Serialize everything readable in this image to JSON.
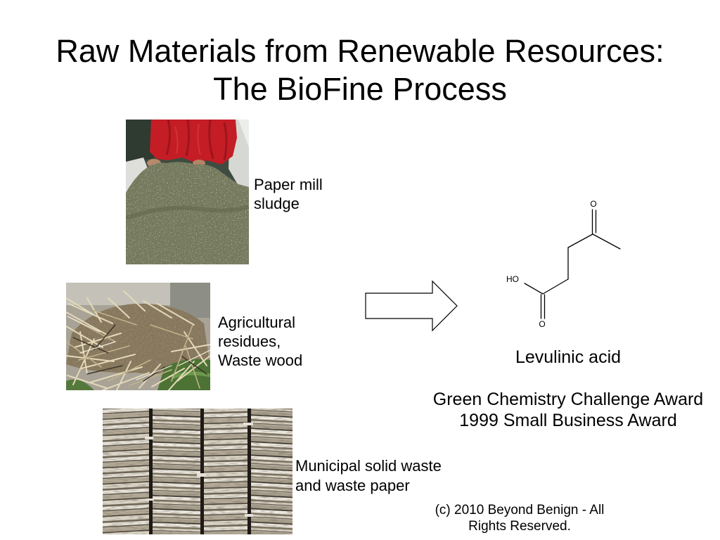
{
  "slide": {
    "title_lines": [
      "Raw Materials from Renewable Resources:",
      "The BioFine Process"
    ]
  },
  "feedstocks": {
    "paper_mill_sludge": {
      "label_lines": [
        "Paper mill",
        "sludge"
      ]
    },
    "agricultural_residues": {
      "label_lines": [
        "Agricultural",
        "residues,",
        "Waste wood"
      ]
    },
    "municipal_waste": {
      "label_lines": [
        "Municipal solid waste",
        "and waste paper"
      ]
    }
  },
  "product": {
    "structure_labels": {
      "ketone_oxygen": "O",
      "hydroxyl": "HO",
      "carbonyl_oxygen": "O"
    },
    "name": "Levulinic acid"
  },
  "award": {
    "lines": [
      "Green Chemistry Challenge Award",
      "1999 Small Business Award"
    ]
  },
  "footer": {
    "lines": [
      "(c) 2010 Beyond Benign - All",
      "Rights Reserved."
    ]
  },
  "icons": {
    "process_arrow": "right-arrow-icon"
  },
  "colors": {
    "background": "#ffffff",
    "text": "#000000",
    "arrow_fill": "#ffffff",
    "arrow_stroke": "#000000"
  }
}
